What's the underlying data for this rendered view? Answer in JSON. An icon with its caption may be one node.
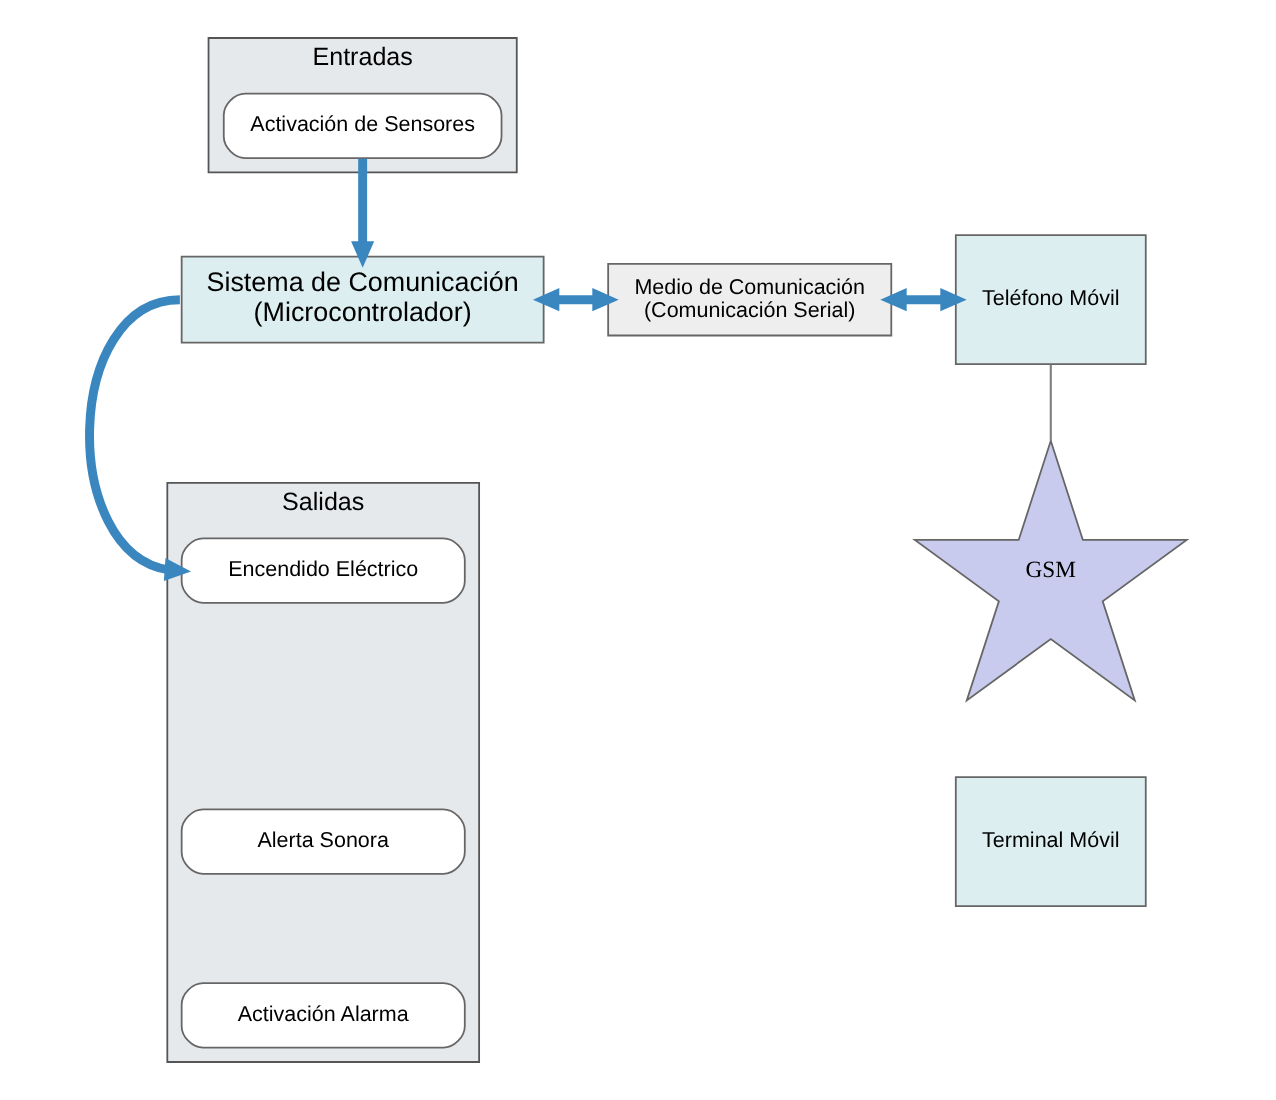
{
  "diagram": {
    "nodes": [
      {
        "text": [
          "Entradas"
        ]
      },
      {
        "text": [
          "Activación de Sensores"
        ],
        "in": 0
      },
      {
        "text": [
          "Sistema de Comunicación",
          "(Microcontrolador)"
        ]
      },
      {
        "text": [
          "Medio de Comunicación",
          "(Comunicación Serial)"
        ]
      },
      {
        "text": [
          "Teléfono Móvil"
        ]
      },
      {
        "text": [
          "GSM"
        ]
      },
      {
        "text": [
          "Terminal Móvil"
        ]
      },
      {
        "text": [
          "Salidas"
        ]
      },
      {
        "text": [
          "Encendido Eléctrico"
        ],
        "in": 7
      },
      {
        "text": [
          "Alerta Sonora"
        ],
        "in": 7
      },
      {
        "text": [
          "Activación Alarma"
        ],
        "in": 7
      }
    ],
    "edges": [
      {
        "from": 1,
        "to": 2,
        "arrow": "to"
      },
      {
        "from": 2,
        "to": 8,
        "arrow": "to"
      },
      {
        "from": 2,
        "to": 3,
        "arrow": "both"
      },
      {
        "from": 3,
        "to": 4,
        "arrow": "both"
      },
      {
        "from": 4,
        "to": 5,
        "arrow": "none",
        "color": "#808080"
      }
    ]
  }
}
